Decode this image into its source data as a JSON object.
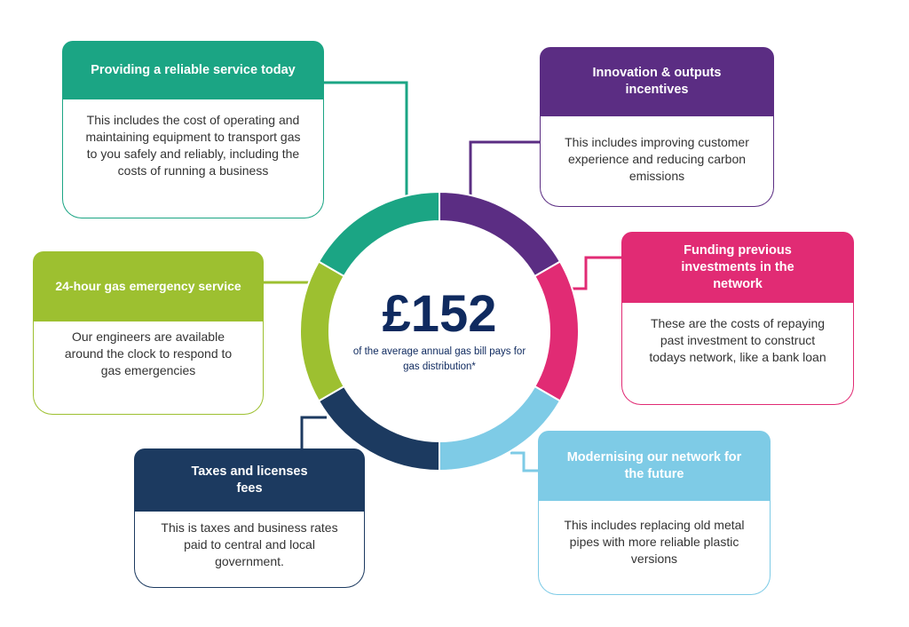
{
  "center": {
    "amount": "£152",
    "caption": "of the average annual gas bill pays for gas distribution*"
  },
  "segments": [
    {
      "name": "innovation",
      "color": "#5b2d83"
    },
    {
      "name": "funding",
      "color": "#e12b74"
    },
    {
      "name": "modernising",
      "color": "#7ecbe6"
    },
    {
      "name": "taxes",
      "color": "#1c3a60"
    },
    {
      "name": "emergency",
      "color": "#9dc030"
    },
    {
      "name": "reliable",
      "color": "#1ba584"
    }
  ],
  "cards": {
    "reliable": {
      "title": "Providing a reliable service today",
      "text": "This includes the cost of operating and maintaining equipment to transport gas to you safely and reliably, including the costs of running a business",
      "color": "#1ba584"
    },
    "innovation": {
      "title": "Innovation & outputs incentives",
      "text": "This includes improving customer experience and reducing carbon emissions",
      "color": "#5b2d83"
    },
    "funding": {
      "title": "Funding previous investments in the network",
      "text": "These are the costs of repaying past investment to construct todays network, like a bank loan",
      "color": "#e12b74"
    },
    "emergency": {
      "title": "24-hour gas emergency service",
      "text": "Our engineers are available around the clock to respond to gas emergencies",
      "color": "#9dc030"
    },
    "taxes": {
      "title": "Taxes and licenses fees",
      "text": "This is taxes and business rates paid to central and local government.",
      "color": "#1c3a60"
    },
    "modernising": {
      "title": "Modernising our network for the future",
      "text": "This includes replacing old metal pipes with more reliable plastic versions",
      "color": "#7ecbe6"
    }
  }
}
